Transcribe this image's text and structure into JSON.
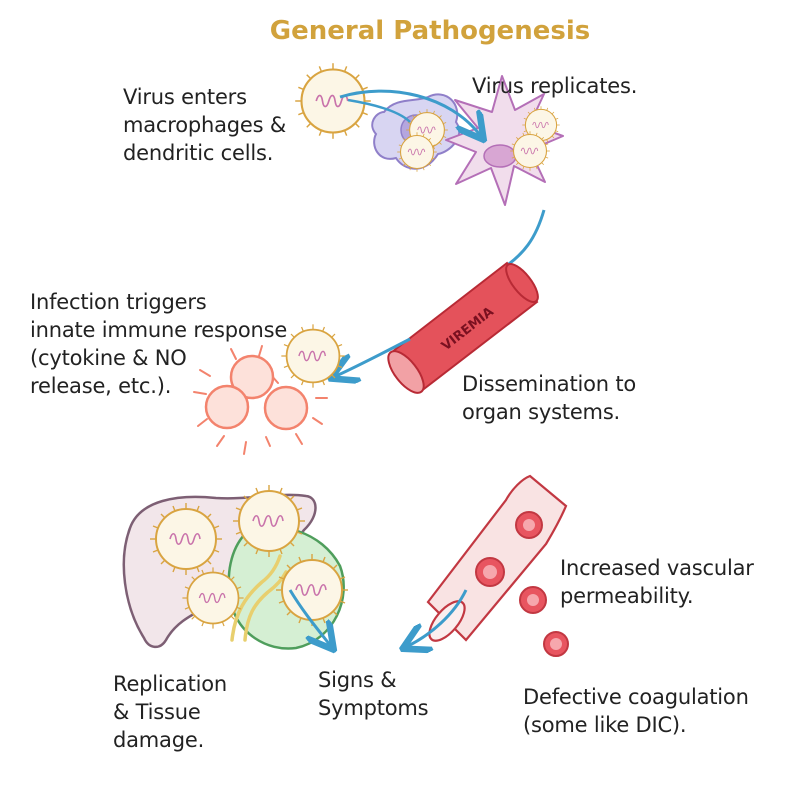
{
  "title": "General Pathogenesis",
  "steps": {
    "entry": "Virus enters\nmacrophages &\ndendritic cells.",
    "replication": "Virus replicates.",
    "viremia": "VIREMIA",
    "dissemination": "Dissemination to\norgan systems.",
    "immune": "Infection triggers\ninnate immune response\n(cytokine & NO\nrelease, etc.).",
    "tissue": "Replication\n& Tissue\ndamage.",
    "signs": "Signs &\nSymptoms",
    "vascular": "Increased vascular\npermeability.",
    "coagulation": "Defective coagulation\n(some like DIC)."
  },
  "colors": {
    "title": "#d1a23c",
    "arrow": "#3d9ccb",
    "vessel": "#d8404a",
    "virus_ring": "#d9a441",
    "immune_cell": "#f3836d",
    "macrophage": "#8f7fc9",
    "dendritic_cell": "#b46fb7",
    "liver": "#7d5f74",
    "spleen": "#4f9e5c"
  }
}
